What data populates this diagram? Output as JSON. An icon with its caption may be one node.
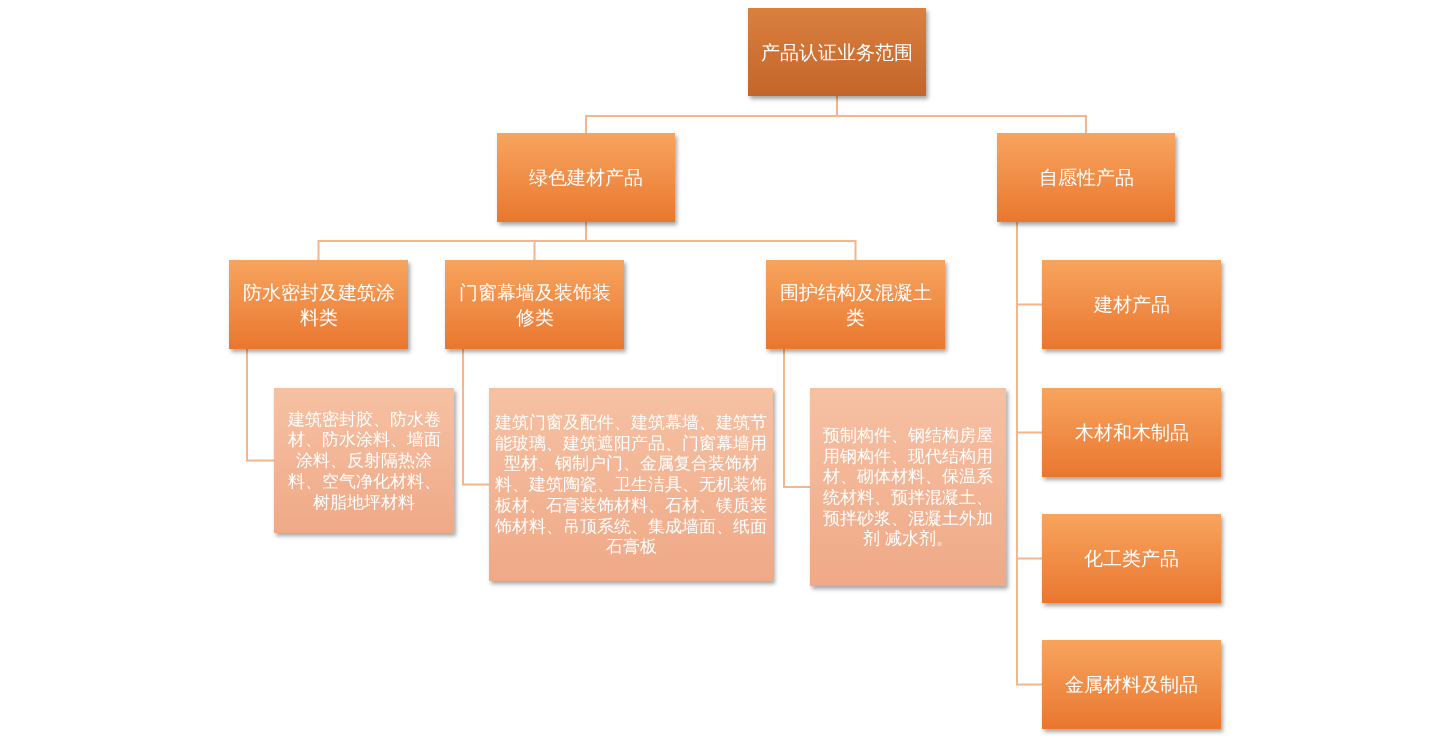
{
  "diagram": {
    "nodes": [
      {
        "text": [
          "产品认证业务范围"
        ]
      },
      {
        "text": [
          "绿色建材产品"
        ]
      },
      {
        "text": [
          "自愿性产品"
        ]
      },
      {
        "text": [
          "防水密封及建筑涂料类"
        ]
      },
      {
        "text": [
          "门窗幕墙及装饰装修类"
        ]
      },
      {
        "text": [
          "围护结构及混凝土类"
        ]
      },
      {
        "text": [
          "建筑密封胶、防水卷材、防水涂料、墙面涂料、反射隔热涂料、空气净化材料、树脂地坪材料"
        ]
      },
      {
        "text": [
          "建筑门窗及配件、建筑幕墙、建筑节能玻璃、建筑遮阳产品、门窗幕墙用型材、钢制户门、金属复合装饰材料、建筑陶瓷、卫生洁具、无机装饰板材、石膏装饰材料、石材、镁质装饰材料、吊顶系统、集成墙面、纸面石膏板"
        ]
      },
      {
        "text": [
          "预制构件、钢结构房屋用钢构件、现代结构用材、砌体材料、保温系统材料、预拌混凝土、预拌砂浆、混凝土外加剂 减水剂。"
        ]
      },
      {
        "text": [
          "建材产品"
        ]
      },
      {
        "text": [
          "木材和木制品"
        ]
      },
      {
        "text": [
          "化工类产品"
        ]
      },
      {
        "text": [
          "金属材料及制品"
        ]
      }
    ],
    "edges": [
      {
        "from": 0,
        "to": 1,
        "arrow": "none"
      },
      {
        "from": 0,
        "to": 2,
        "arrow": "none"
      },
      {
        "from": 1,
        "to": 3,
        "arrow": "none"
      },
      {
        "from": 1,
        "to": 4,
        "arrow": "none"
      },
      {
        "from": 1,
        "to": 5,
        "arrow": "none"
      },
      {
        "from": 3,
        "to": 6,
        "arrow": "none"
      },
      {
        "from": 4,
        "to": 7,
        "arrow": "none"
      },
      {
        "from": 5,
        "to": 8,
        "arrow": "none"
      },
      {
        "from": 2,
        "to": 9,
        "arrow": "none"
      },
      {
        "from": 2,
        "to": 10,
        "arrow": "none"
      },
      {
        "from": 2,
        "to": 11,
        "arrow": "none"
      },
      {
        "from": 2,
        "to": 12,
        "arrow": "none"
      }
    ]
  }
}
